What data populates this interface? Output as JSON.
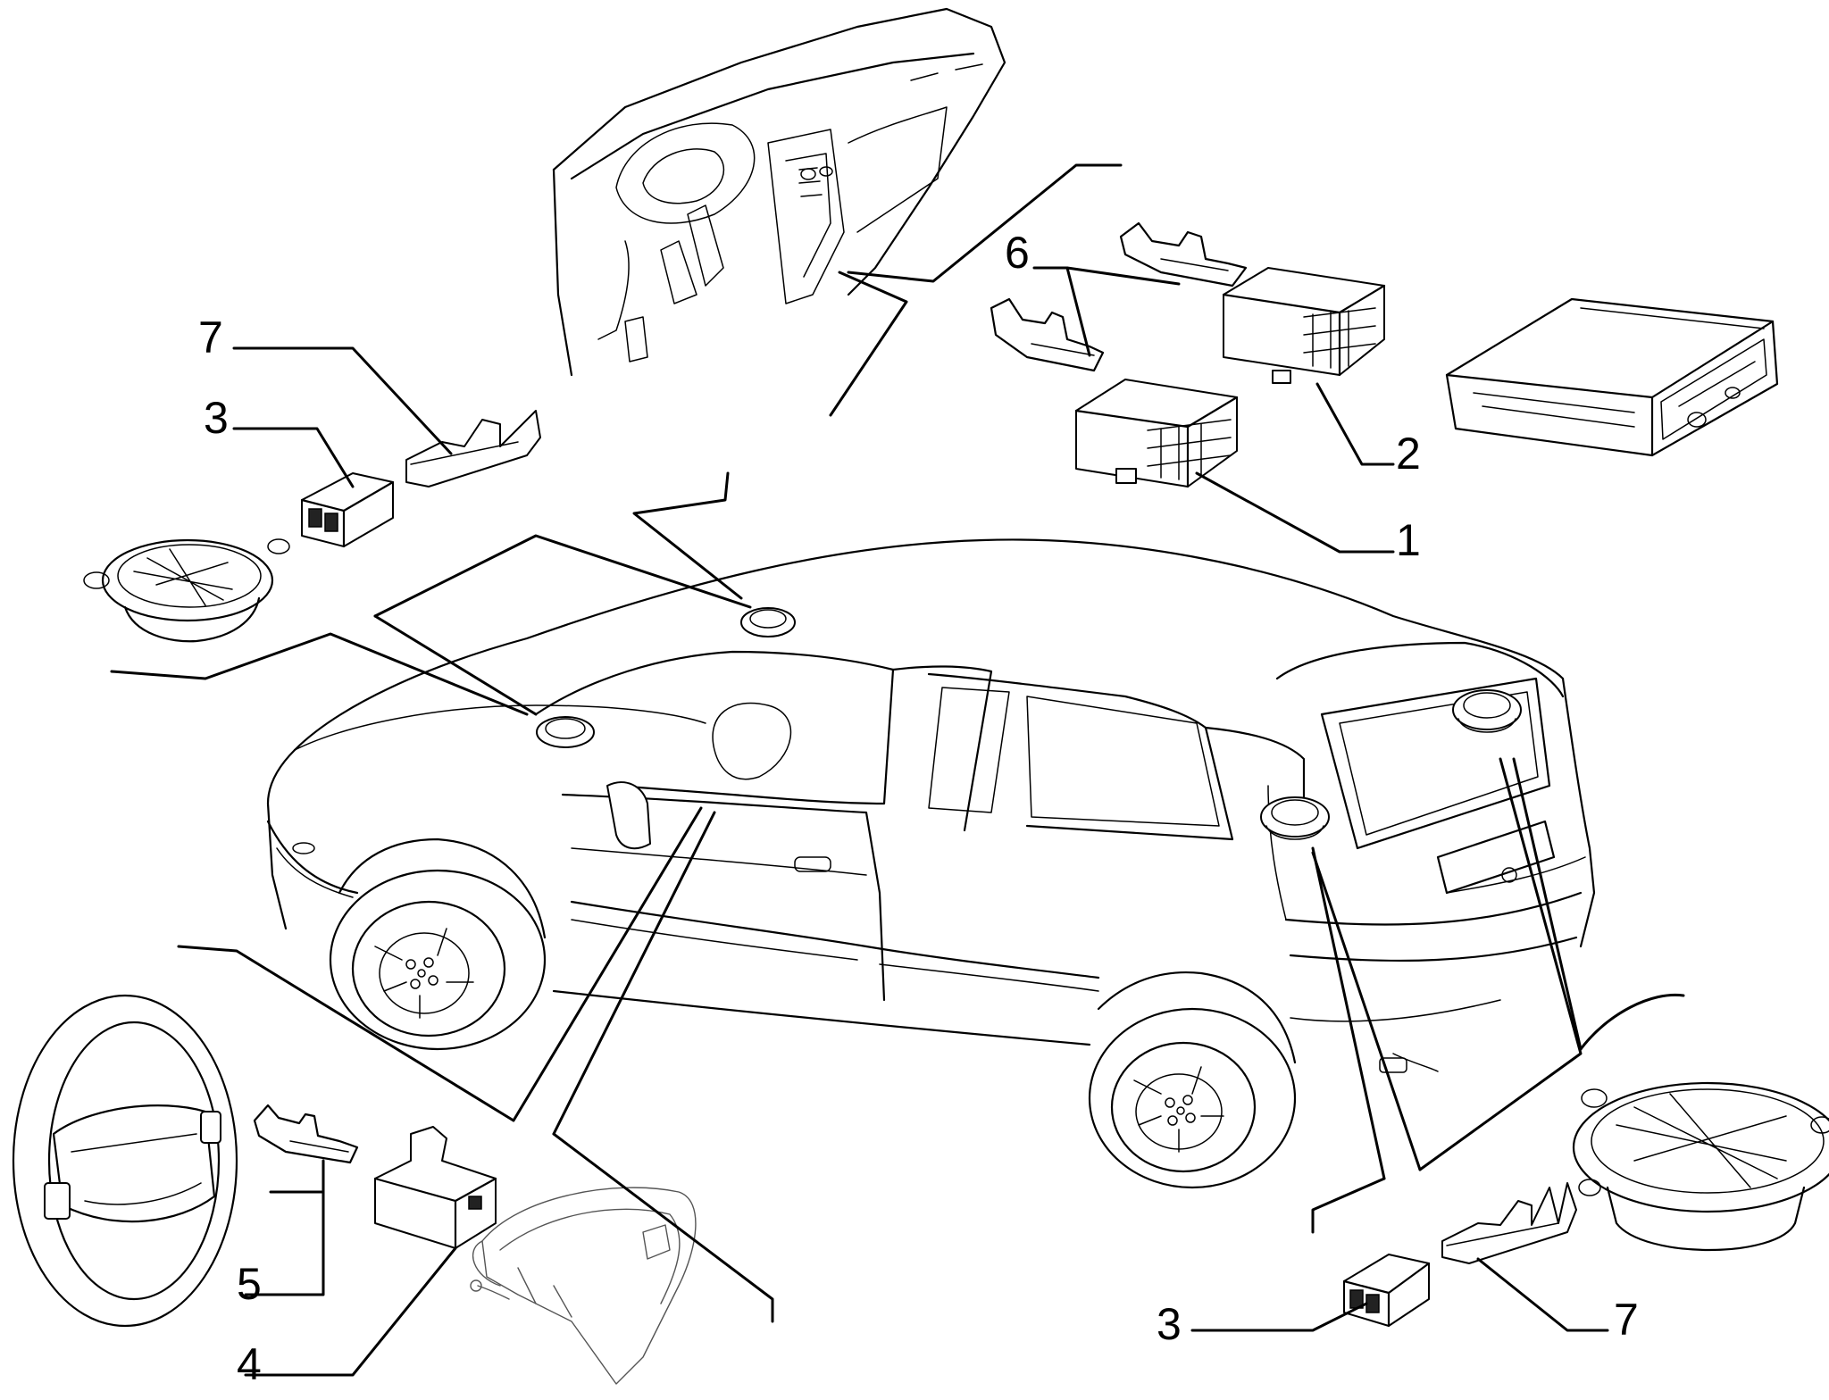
{
  "callouts": [
    {
      "id": "c6",
      "label": "6"
    },
    {
      "id": "c7a",
      "label": "7"
    },
    {
      "id": "c3a",
      "label": "3"
    },
    {
      "id": "c2",
      "label": "2"
    },
    {
      "id": "c1",
      "label": "1"
    },
    {
      "id": "c5",
      "label": "5"
    },
    {
      "id": "c4",
      "label": "4"
    },
    {
      "id": "c3b",
      "label": "3"
    },
    {
      "id": "c7b",
      "label": "7"
    }
  ]
}
